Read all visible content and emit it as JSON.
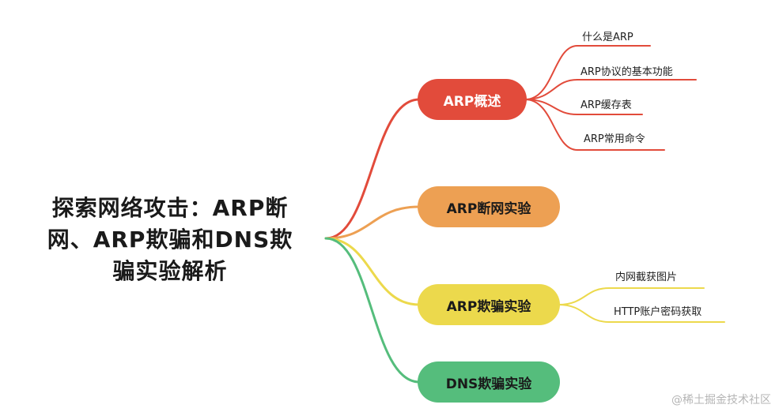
{
  "root": {
    "title_lines": [
      "探索网络攻击：ARP断",
      "网、ARP欺骗和DNS欺",
      "骗实验解析"
    ]
  },
  "branches": [
    {
      "label": "ARP概述",
      "color": "#e24b3b",
      "children": [
        "什么是ARP",
        "ARP协议的基本功能",
        "ARP缓存表",
        "ARP常用命令"
      ]
    },
    {
      "label": "ARP断网实验",
      "color": "#eda053",
      "children": []
    },
    {
      "label": "ARP欺骗实验",
      "color": "#ecd94c",
      "children": [
        "内网截获图片",
        "HTTP账户密码获取"
      ]
    },
    {
      "label": "DNS欺骗实验",
      "color": "#55bd7c",
      "children": []
    }
  ],
  "watermark": "@稀土掘金技术社区"
}
